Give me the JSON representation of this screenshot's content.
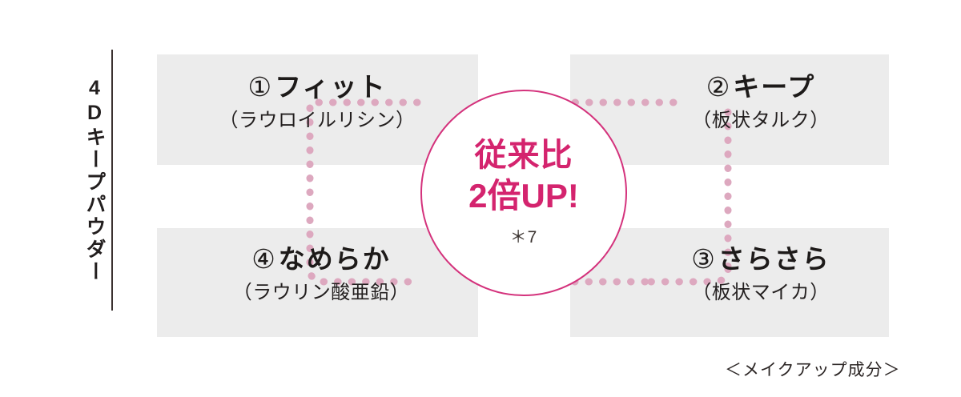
{
  "product": {
    "vertical_label": "4Dキープパウダー"
  },
  "quadrants": [
    {
      "id": "fit",
      "number": "①",
      "title": "フィット",
      "ingredient": "（ラウロイルリシン）"
    },
    {
      "id": "keep",
      "number": "②",
      "title": "キープ",
      "ingredient": "（板状タルク）"
    },
    {
      "id": "sarasara",
      "number": "③",
      "title": "さらさら",
      "ingredient": "（板状マイカ）"
    },
    {
      "id": "nameraka",
      "number": "④",
      "title": "なめらか",
      "ingredient": "（ラウリン酸亜鉛）"
    }
  ],
  "center_badge": {
    "line1": "従来比",
    "line2": "2倍UP!",
    "footnote": "＊7"
  },
  "footer": {
    "caption": "＜メイクアップ成分＞"
  },
  "colors": {
    "accent_pink": "#d4246e",
    "circle_stroke": "#d4327c",
    "dot_pink": "#dda8bf",
    "panel_gray": "#ececec",
    "text_dark": "#231f1f"
  }
}
